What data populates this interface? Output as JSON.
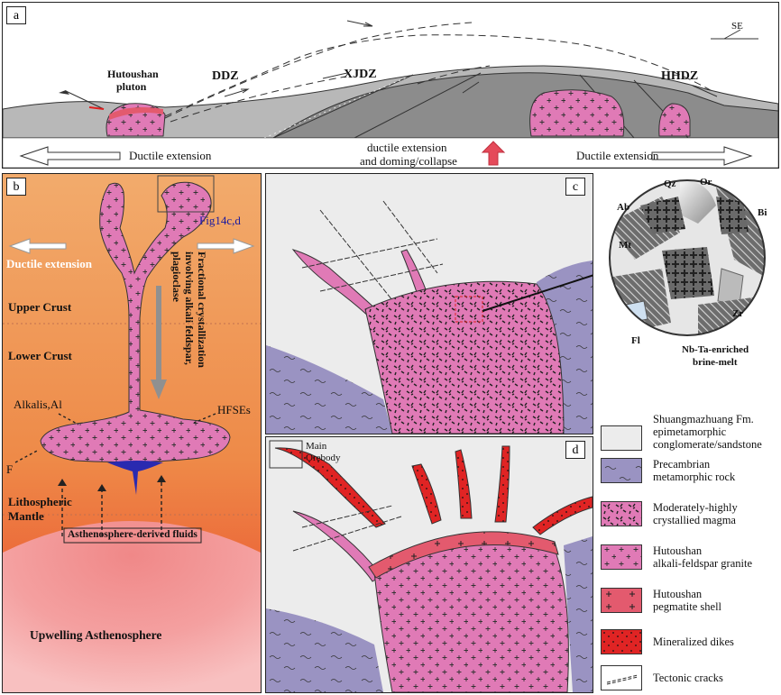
{
  "panels": {
    "a": "a",
    "b": "b",
    "c": "c",
    "d": "d"
  },
  "panel_a": {
    "pluton_label_1": "Hutoushan",
    "pluton_label_2": "pluton",
    "ddz": "DDZ",
    "xjdz": "XJDZ",
    "hhdz": "HHDZ",
    "se": "SE",
    "ductile_left": "Ductile extension",
    "ductile_center_1": "ductile extension",
    "ductile_center_2": "and doming/collapse",
    "ductile_right": "Ductile extension"
  },
  "panel_b": {
    "fig_ref": "Fig14c,d",
    "ductile": "Ductile extension",
    "upper_crust": "Upper Crust",
    "lower_crust": "Lower Crust",
    "fractional_1": "Fractional crystallization",
    "fractional_2": "involving alkali feldspar,",
    "fractional_3": "plagioclase",
    "alkalis": "Alkalis,Al",
    "hfses": "HFSEs",
    "f": "F",
    "litho_1": "Lithospheric",
    "litho_2": "Mantle",
    "asth_fluids": "Asthenosphere-derived fluids",
    "upwelling": "Upwelling Asthenosphere"
  },
  "panel_c": {
    "qz": "Qz",
    "or": "Or",
    "ab": "Ab",
    "bi": "Bi",
    "mt": "Mt",
    "zr": "Zr",
    "fl": "Fl",
    "brine_1": "Nb-Ta-enriched",
    "brine_2": "brine-melt"
  },
  "panel_d": {
    "main_1": "Main",
    "main_2": "Orebody"
  },
  "legend": [
    {
      "l1": "Shuangmazhuang Fm.",
      "l2": "epimetamorphic",
      "l3": "conglomerate/sandstone"
    },
    {
      "l1": "Precambrian",
      "l2": "metamorphic rock",
      "l3": ""
    },
    {
      "l1": "Moderately-highly",
      "l2": "crystallied magma",
      "l3": ""
    },
    {
      "l1": "Hutoushan",
      "l2": "alkali-feldspar granite",
      "l3": ""
    },
    {
      "l1": "Hutoushan",
      "l2": "pegmatite shell",
      "l3": ""
    },
    {
      "l1": "Mineralized  dikes",
      "l2": "",
      "l3": ""
    },
    {
      "l1": "Tectonic cracks",
      "l2": "",
      "l3": ""
    }
  ],
  "colors": {
    "granite": "#e077b4",
    "pegmatite": "#e35a6e",
    "dike": "#e02020",
    "metamorphic": "#9a93c2",
    "sandstone": "#ececec",
    "crust_orange": "#f0a060"
  }
}
